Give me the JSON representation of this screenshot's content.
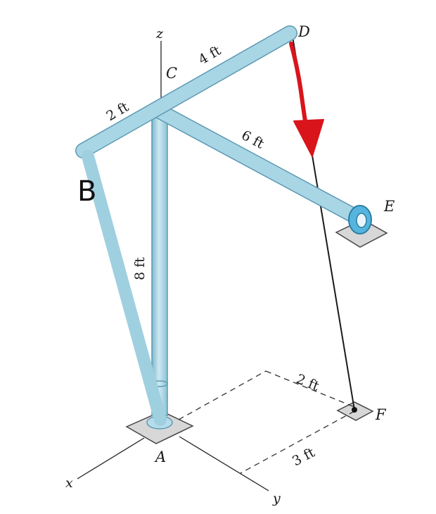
{
  "diagram": {
    "points": {
      "A": "A",
      "B": "B",
      "C": "C",
      "D": "D",
      "E": "E",
      "F": "F"
    },
    "axes": {
      "x": "x",
      "y": "y",
      "z": "z"
    },
    "dimensions": {
      "bc": "2 ft",
      "cd": "4 ft",
      "ce": "6 ft",
      "ac": "8 ft",
      "f_offset_x": "2 ft",
      "f_offset_y": "3 ft"
    },
    "colors": {
      "pipe_fill": "#a9d6e5",
      "pipe_edge": "#6aa9c2",
      "force_arrow": "#d9141b",
      "base_plate": "#d7d7d7",
      "cable": "#1a1a1a"
    }
  }
}
